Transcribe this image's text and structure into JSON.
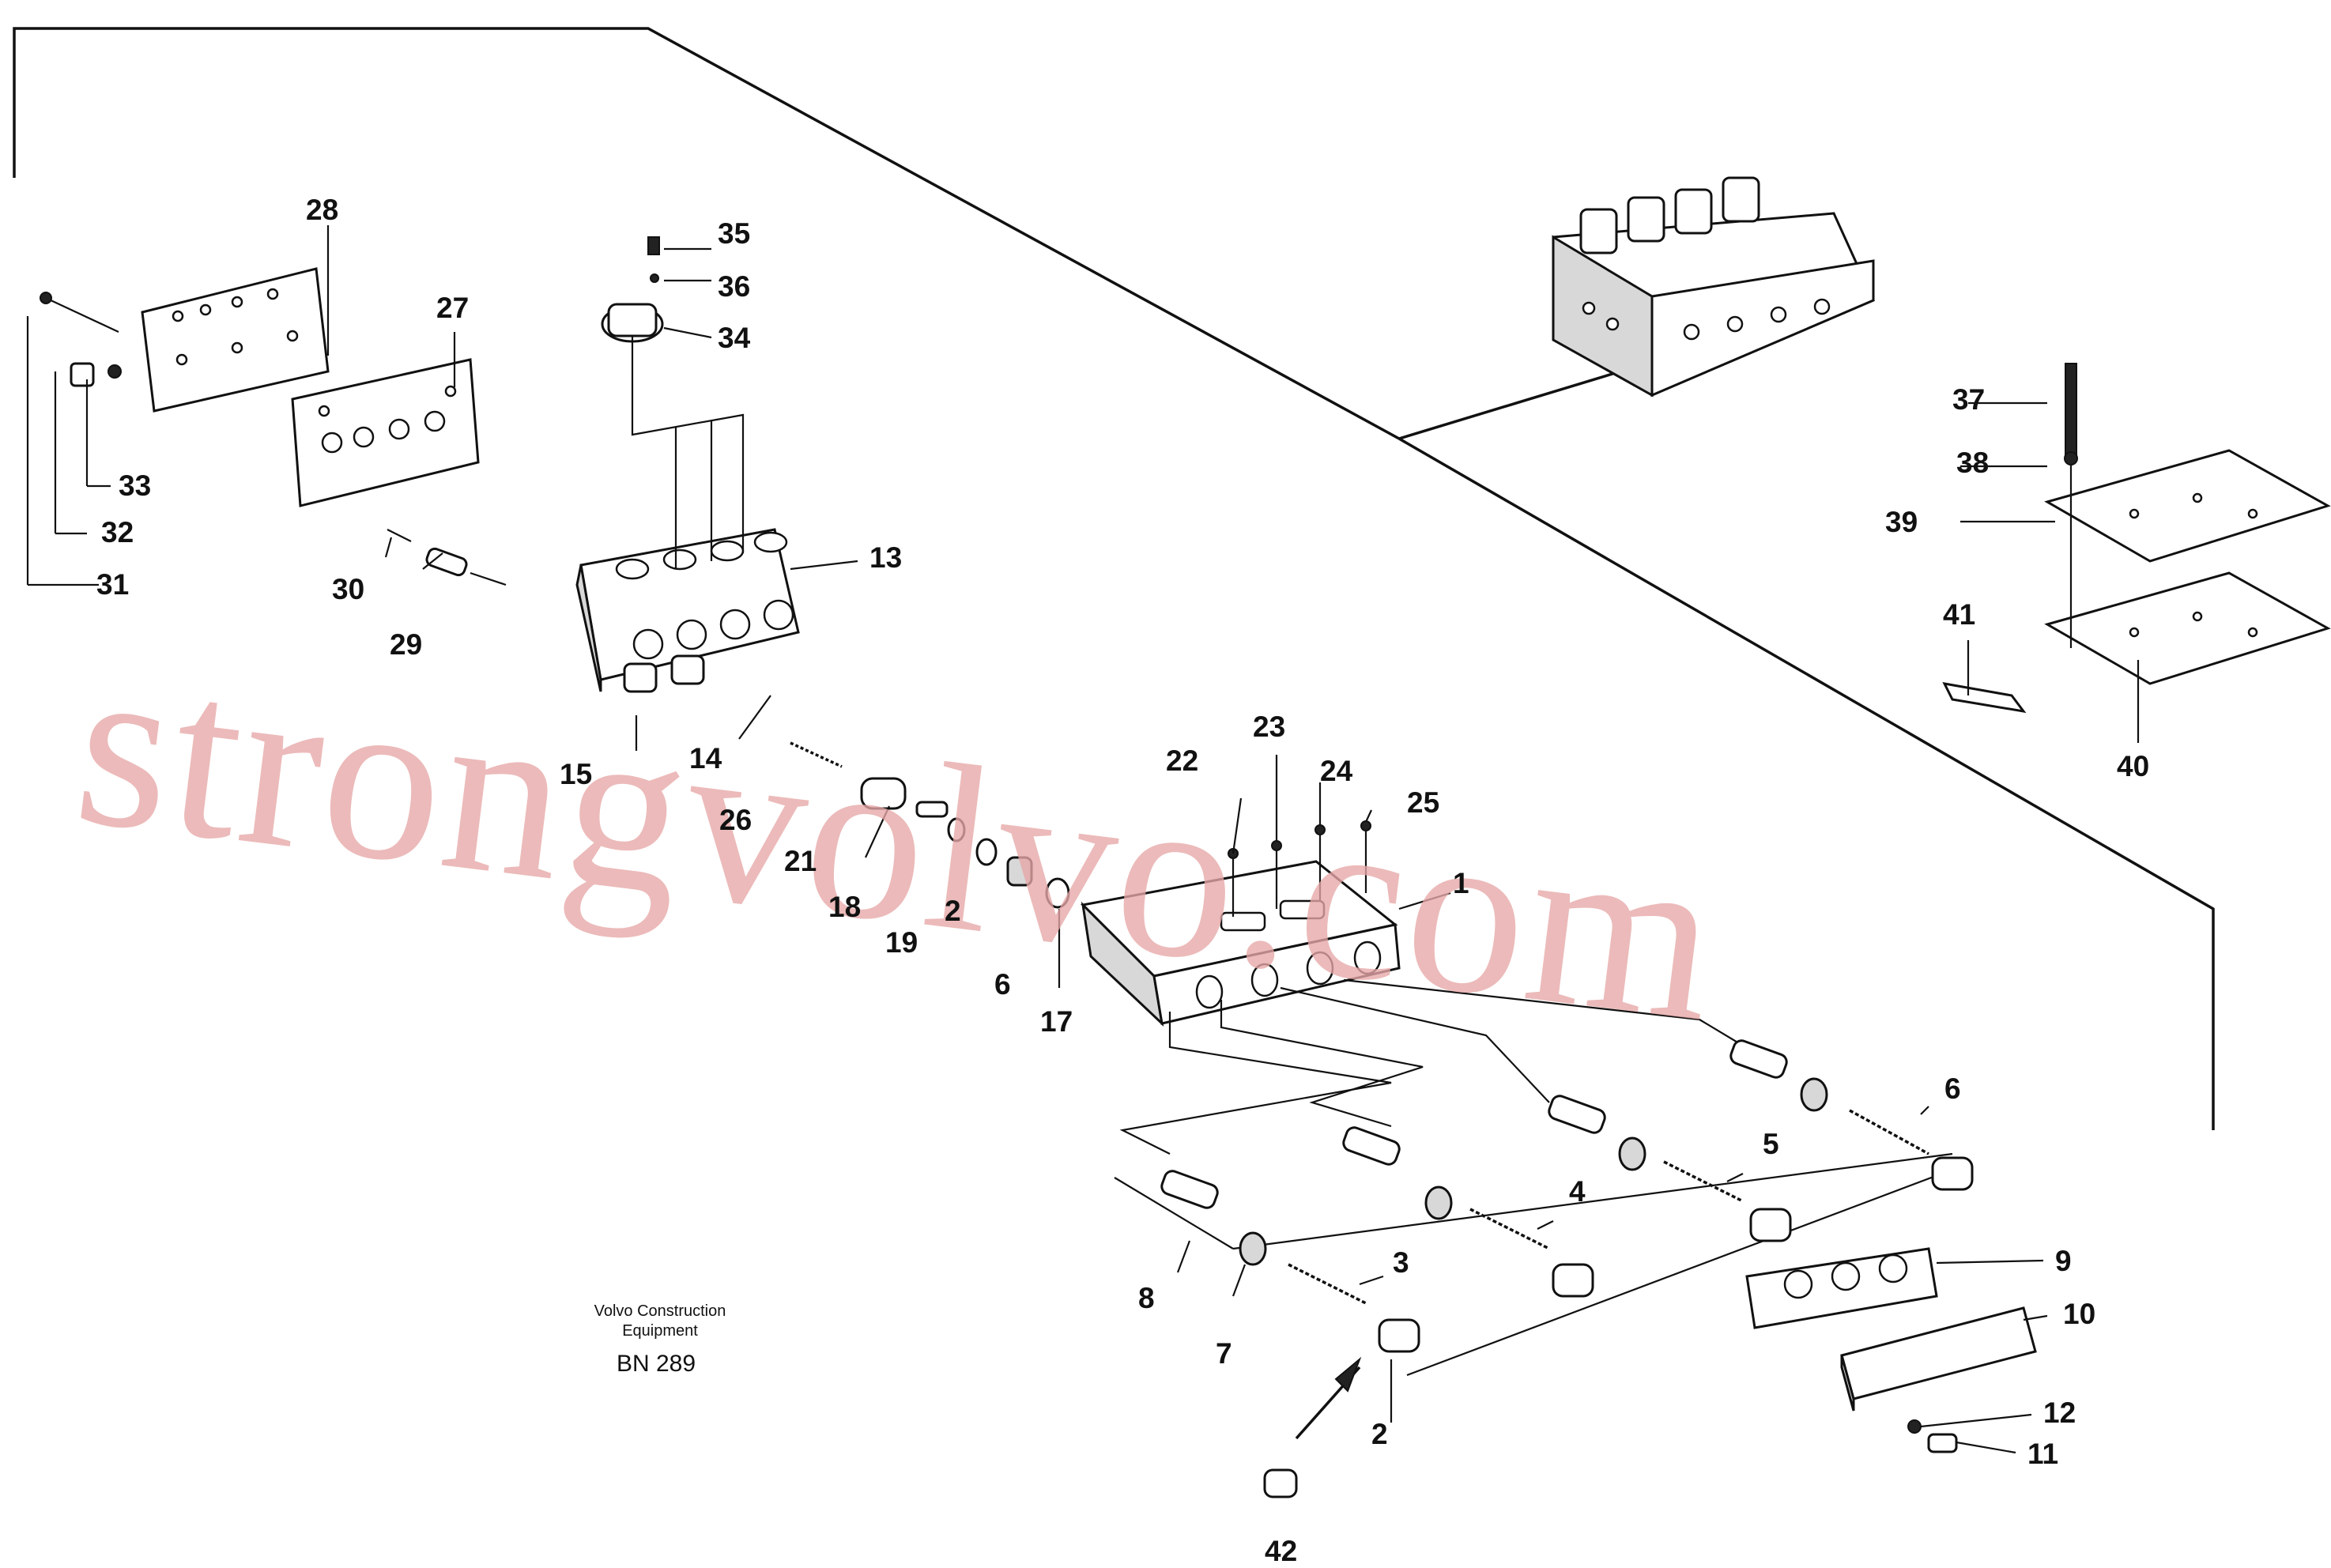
{
  "drawing": {
    "caption_line1": "Volvo Construction",
    "caption_line2": "Equipment",
    "reference": "BN 289",
    "watermark": "strongvolvo.com"
  },
  "callouts": [
    {
      "id": "1",
      "text": "1"
    },
    {
      "id": "2",
      "text": "2"
    },
    {
      "id": "3",
      "text": "3"
    },
    {
      "id": "4",
      "text": "4"
    },
    {
      "id": "5",
      "text": "5"
    },
    {
      "id": "6a",
      "text": "6"
    },
    {
      "id": "6b",
      "text": "6"
    },
    {
      "id": "7",
      "text": "7"
    },
    {
      "id": "8",
      "text": "8"
    },
    {
      "id": "9",
      "text": "9"
    },
    {
      "id": "10",
      "text": "10"
    },
    {
      "id": "11",
      "text": "11"
    },
    {
      "id": "12",
      "text": "12"
    },
    {
      "id": "13",
      "text": "13"
    },
    {
      "id": "14",
      "text": "14"
    },
    {
      "id": "15",
      "text": "15"
    },
    {
      "id": "17",
      "text": "17"
    },
    {
      "id": "18",
      "text": "18"
    },
    {
      "id": "19",
      "text": "19"
    },
    {
      "id": "20",
      "text": "2"
    },
    {
      "id": "21",
      "text": "21"
    },
    {
      "id": "22",
      "text": "22"
    },
    {
      "id": "23",
      "text": "23"
    },
    {
      "id": "24",
      "text": "24"
    },
    {
      "id": "25",
      "text": "25"
    },
    {
      "id": "26",
      "text": "26"
    },
    {
      "id": "27",
      "text": "27"
    },
    {
      "id": "28",
      "text": "28"
    },
    {
      "id": "29",
      "text": "29"
    },
    {
      "id": "30",
      "text": "30"
    },
    {
      "id": "31",
      "text": "31"
    },
    {
      "id": "32",
      "text": "32"
    },
    {
      "id": "33",
      "text": "33"
    },
    {
      "id": "34",
      "text": "34"
    },
    {
      "id": "35",
      "text": "35"
    },
    {
      "id": "36",
      "text": "36"
    },
    {
      "id": "37",
      "text": "37"
    },
    {
      "id": "38",
      "text": "38"
    },
    {
      "id": "39",
      "text": "39"
    },
    {
      "id": "40",
      "text": "40"
    },
    {
      "id": "41",
      "text": "41"
    },
    {
      "id": "42",
      "text": "42"
    }
  ]
}
